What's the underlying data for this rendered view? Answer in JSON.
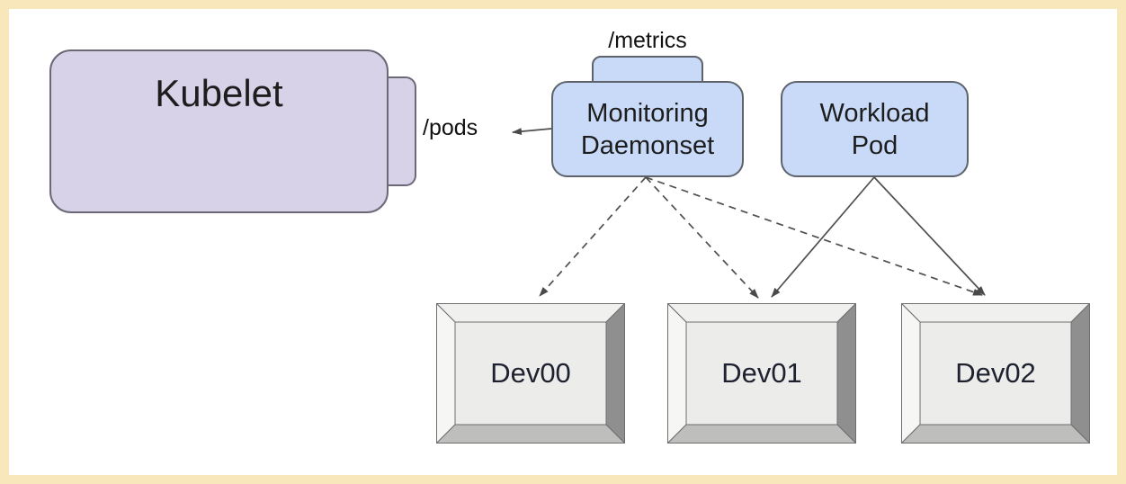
{
  "nodes": {
    "kubelet": {
      "label": "Kubelet",
      "endpoint": "/pods",
      "fill": "#d8d2e8"
    },
    "monitoring": {
      "label": "Monitoring\nDaemonset",
      "endpoint": "/metrics",
      "fill": "#c9daf8"
    },
    "workload": {
      "label": "Workload\nPod",
      "fill": "#c9daf8"
    }
  },
  "devices": [
    {
      "label": "Dev00"
    },
    {
      "label": "Dev01"
    },
    {
      "label": "Dev02"
    }
  ],
  "edges": [
    {
      "from": "monitoring-daemonset",
      "to": "kubelet-pods-endpoint",
      "style": "solid",
      "direction": "left"
    },
    {
      "from": "monitoring-daemonset",
      "to": "dev00",
      "style": "dashed"
    },
    {
      "from": "monitoring-daemonset",
      "to": "dev01",
      "style": "dashed"
    },
    {
      "from": "monitoring-daemonset",
      "to": "dev02",
      "style": "dashed"
    },
    {
      "from": "workload-pod",
      "to": "dev01",
      "style": "solid"
    },
    {
      "from": "workload-pod",
      "to": "dev02",
      "style": "solid"
    }
  ],
  "colors": {
    "frame_border": "#f7e7bb",
    "canvas_bg": "#ffffff",
    "node_purple_fill": "#d8d2e8",
    "node_purple_stroke": "#6c6878",
    "node_blue_fill": "#c9daf8",
    "node_blue_stroke": "#5d626b",
    "device_inner_fill": "#ececea",
    "device_bevel_dark": "#8f8f8f",
    "device_bevel_mid": "#bebebc",
    "device_bevel_light": "#f3f3f1",
    "edge_line": "#4f4f4f",
    "text": "#1d1d1d"
  }
}
